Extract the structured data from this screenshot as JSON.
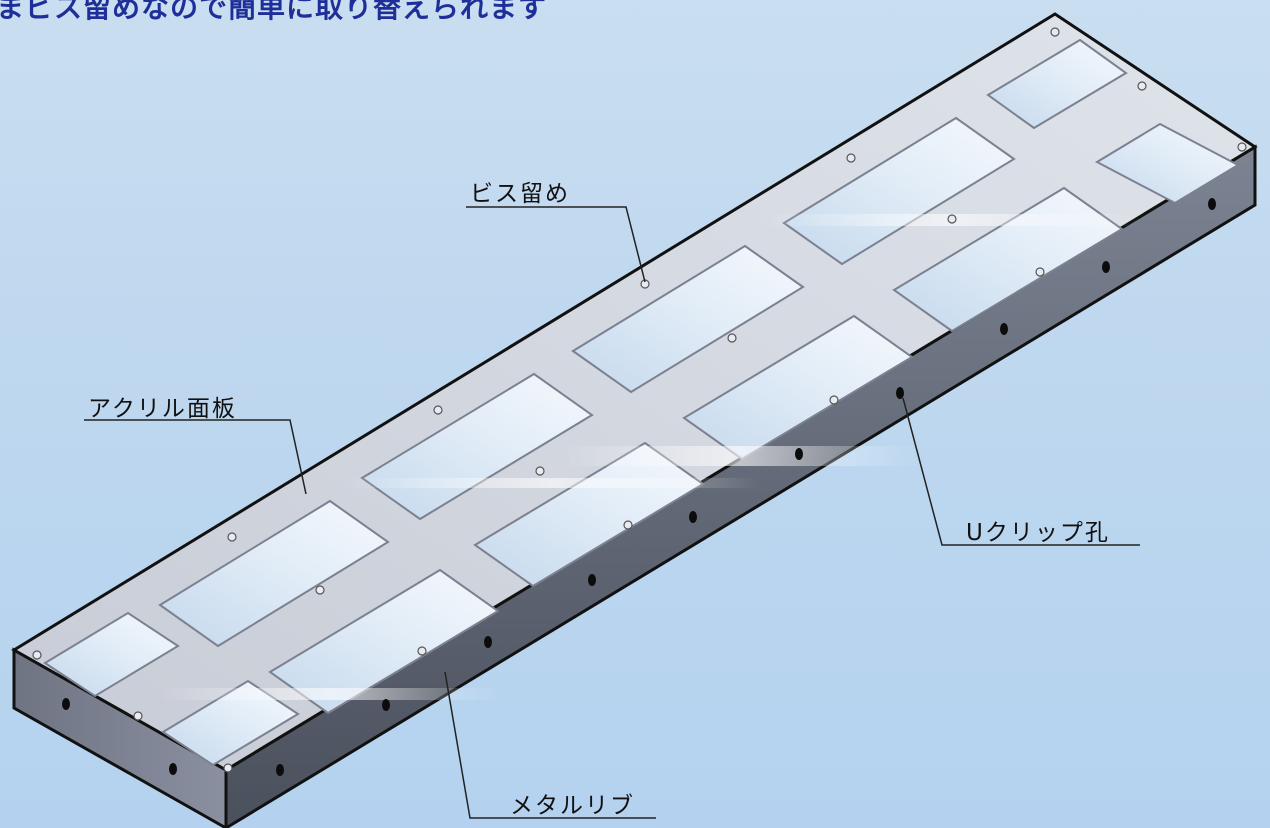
{
  "headline": "まビス留めなので簡単に取り替えられます",
  "labels": {
    "screw": "ビス留め",
    "acrylic": "アクリル面板",
    "uclip": "Uクリップ孔",
    "metal_rib": "メタルリブ"
  }
}
